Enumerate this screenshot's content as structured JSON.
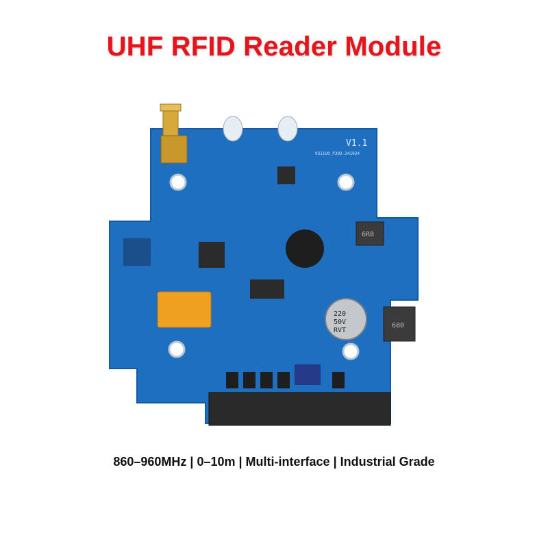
{
  "title": "UHF RFID Reader Module",
  "caption": "860–960MHz | 0–10m | Multi-interface | Industrial Grade",
  "board": {
    "version_label": "V1.1",
    "part_number_label": "9311U0_P302-241024",
    "capacitor_label_lines": [
      "220",
      "50V",
      "RVT"
    ],
    "inductor_top_label": "6R8",
    "inductor_right_label": "680"
  },
  "colors": {
    "title": "#e8141b",
    "pcb": "#1f6fc0",
    "pcb_dark": "#1558a3",
    "relay": "#f0a020"
  }
}
